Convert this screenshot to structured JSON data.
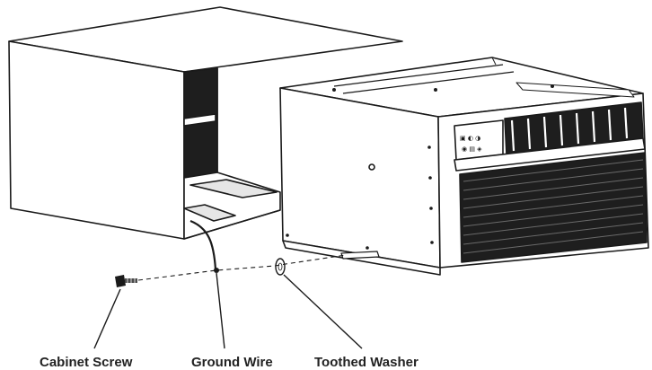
{
  "labels": {
    "cabinet_screw": "Cabinet Screw",
    "ground_wire": "Ground Wire",
    "toothed_washer": "Toothed Washer"
  },
  "colors": {
    "line": "#1a1a1a",
    "fill": "#ffffff",
    "dark": "#1e1e1e"
  }
}
